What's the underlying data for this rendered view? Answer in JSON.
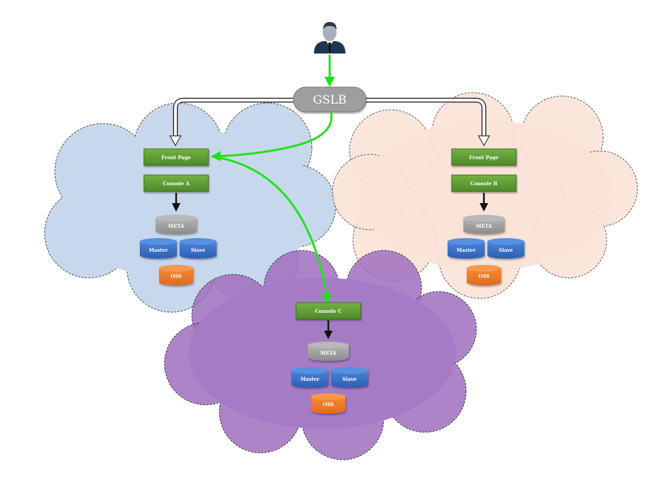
{
  "title": "GSLB multi-region architecture",
  "gslb": {
    "label": "GSLB",
    "color": "#9e9e9e"
  },
  "user": {
    "icon": "user-icon"
  },
  "colors": {
    "green_arrow": "#22e01a",
    "green_box": "#5f9c35",
    "meta": "#9c9c9c",
    "db": "#3a6fc8",
    "oss": "#ee7a2a",
    "cloud_a": "#c7d8ec",
    "cloud_b": "#fae3d7",
    "cloud_c": "#a06fc0"
  },
  "regions": [
    {
      "id": "a",
      "front_page": "Front Page",
      "console": "Console A",
      "meta": "META",
      "master": "Master",
      "slave": "Slave",
      "oss": "OSS"
    },
    {
      "id": "b",
      "front_page": "Front Page",
      "console": "Console B",
      "meta": "META",
      "master": "Master",
      "slave": "Slave",
      "oss": "OSS"
    },
    {
      "id": "c",
      "console": "Console C",
      "meta": "META",
      "master": "Master",
      "slave": "Slave",
      "oss": "OSS"
    }
  ]
}
